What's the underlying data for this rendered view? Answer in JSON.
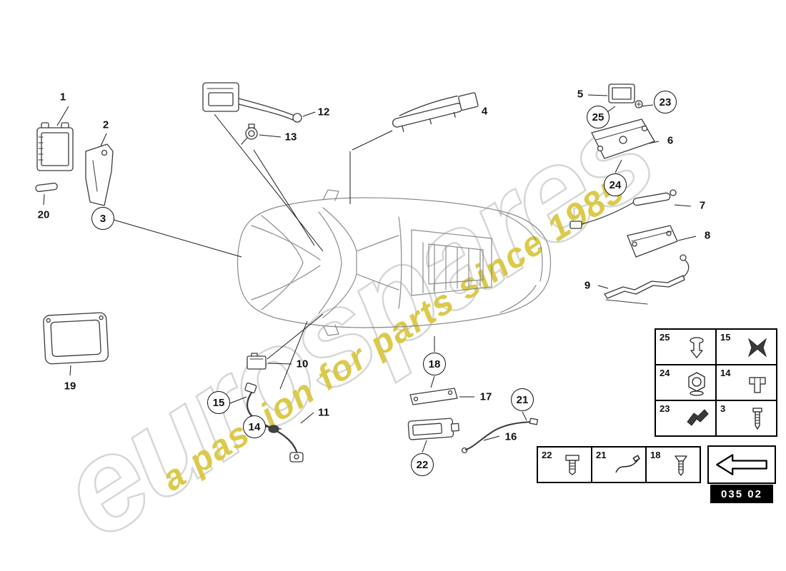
{
  "diagram": {
    "code": "035 02",
    "watermark_main": "eurospares",
    "watermark_tagline": "a passion for parts since 1985"
  },
  "callouts": {
    "c1": "1",
    "c2": "2",
    "c3": "3",
    "c4": "4",
    "c5": "5",
    "c6": "6",
    "c7": "7",
    "c8": "8",
    "c9": "9",
    "c10": "10",
    "c11": "11",
    "c12": "12",
    "c13": "13",
    "c14": "14",
    "c15": "15",
    "c16": "16",
    "c17": "17",
    "c18": "18",
    "c19": "19",
    "c20": "20",
    "c21": "21",
    "c22": "22",
    "c23": "23",
    "c24": "24",
    "c25": "25"
  },
  "legend": {
    "grid_fasteners": {
      "cells": [
        {
          "num": "25",
          "icon": "push-rivet-icon"
        },
        {
          "num": "15",
          "icon": "expanding-rivet-icon"
        },
        {
          "num": "24",
          "icon": "hex-nut-icon"
        },
        {
          "num": "14",
          "icon": "retaining-clip-icon"
        },
        {
          "num": "23",
          "icon": "holder-clip-icon"
        },
        {
          "num": "3",
          "icon": "screw-icon"
        }
      ]
    },
    "grid_hardware": {
      "cells": [
        {
          "num": "22",
          "icon": "hex-bolt-icon"
        },
        {
          "num": "21",
          "icon": "cable-tie-icon"
        },
        {
          "num": "18",
          "icon": "tapping-screw-icon"
        }
      ]
    }
  }
}
